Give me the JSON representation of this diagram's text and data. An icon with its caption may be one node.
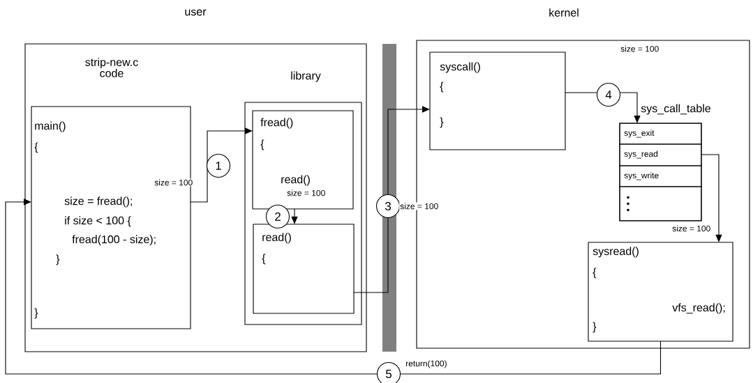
{
  "diagram": {
    "nodes": [
      {
        "text": [
          "user"
        ]
      },
      {
        "text": [
          "strip-new.c code",
          "main()",
          "{",
          "size  = fread();",
          "if size < 100 {",
          "fread(100 - size);",
          "}",
          "}"
        ],
        "in": 0
      },
      {
        "text": [
          "library"
        ],
        "in": 0
      },
      {
        "text": [
          "fread()",
          "{",
          "read()"
        ],
        "in": 2
      },
      {
        "text": [
          "read()",
          "{"
        ],
        "in": 2
      },
      {
        "text": [
          "kernel"
        ]
      },
      {
        "text": [
          "syscall()",
          "{",
          "}"
        ],
        "in": 5
      },
      {
        "text": [
          "sys_call_table"
        ],
        "in": 5
      },
      {
        "text": [
          "sys_exit"
        ],
        "in": 7
      },
      {
        "text": [
          "sys_read"
        ],
        "in": 7
      },
      {
        "text": [
          "sys_write"
        ],
        "in": 7
      },
      {
        "text": [],
        "shape": "box",
        "in": 7
      },
      {
        "text": [
          "sysread()",
          "{",
          "vfs_read();",
          "}"
        ],
        "in": 5
      }
    ],
    "edges": [
      {
        "from": 1,
        "to": 3,
        "arrow": "to",
        "label": "1"
      },
      {
        "from": 3,
        "to": 4,
        "arrow": "to",
        "label": "2"
      },
      {
        "from": 4,
        "to": 6,
        "arrow": "to",
        "label": "3"
      },
      {
        "from": 6,
        "to": 7,
        "arrow": "to",
        "label": "4"
      },
      {
        "from": 9,
        "to": 12,
        "arrow": "to"
      },
      {
        "from": 12,
        "to": 1,
        "arrow": "to",
        "label": "5"
      }
    ],
    "labels": [
      "size = 100",
      "size = 100",
      "size = 100",
      "size = 100",
      "size = 100",
      "return(100)"
    ]
  }
}
